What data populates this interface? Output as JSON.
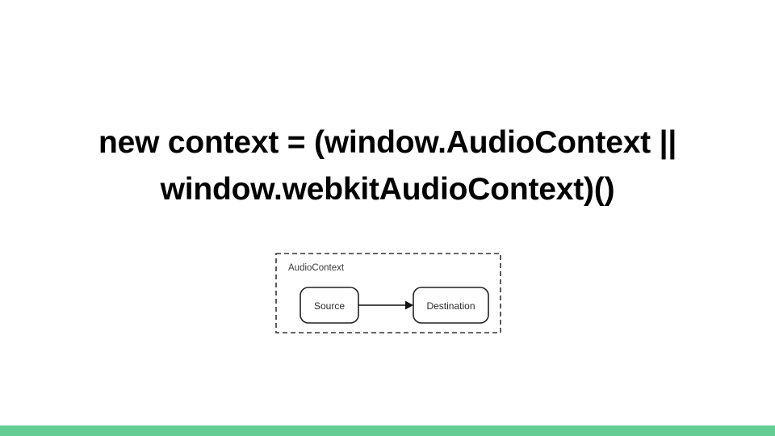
{
  "slide": {
    "background_color": "#ffffff",
    "title": {
      "line1": "new context = (window.AudioContext ||",
      "line2": "window.webkitAudioContext)()"
    },
    "footer": {
      "accent_color": "#63cd93"
    }
  },
  "diagram": {
    "type": "flow",
    "container_label": "AudioContext",
    "container_style": "dashed",
    "stroke_color": "#333333",
    "nodes": [
      {
        "id": "source",
        "label": "Source",
        "shape": "rounded-rect"
      },
      {
        "id": "destination",
        "label": "Destination",
        "shape": "rounded-rect"
      }
    ],
    "edges": [
      {
        "from": "source",
        "to": "destination",
        "arrow": "filled-triangle"
      }
    ]
  }
}
